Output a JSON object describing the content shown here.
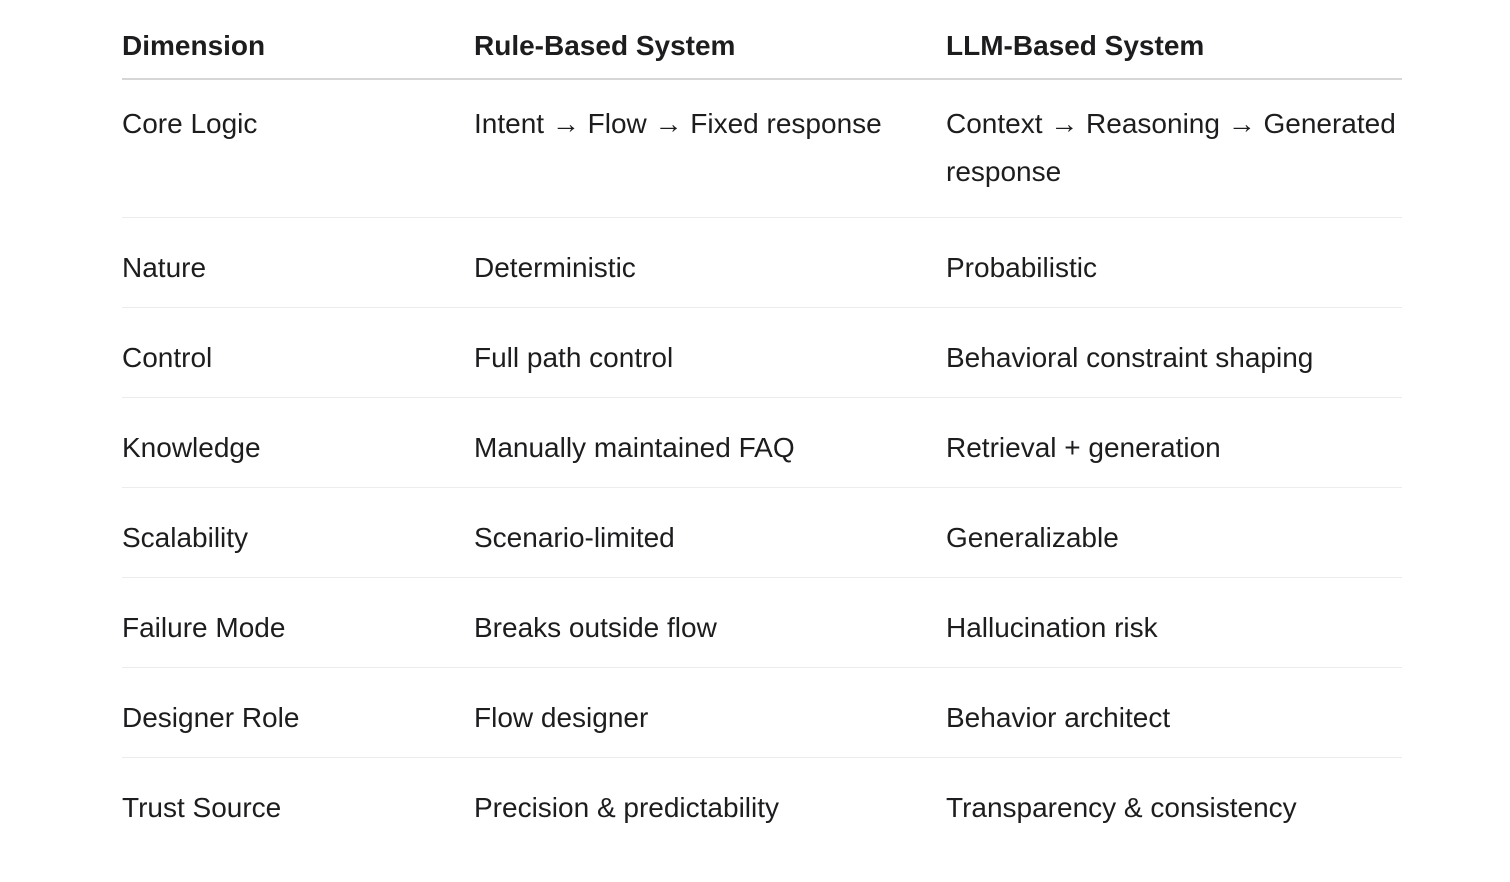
{
  "table": {
    "headers": [
      "Dimension",
      "Rule-Based System",
      "LLM-Based System"
    ],
    "rows": [
      [
        "Core Logic",
        "Intent → Flow → Fixed response",
        "Context → Reasoning → Generated response"
      ],
      [
        "Nature",
        "Deterministic",
        "Probabilistic"
      ],
      [
        "Control",
        "Full path control",
        "Behavioral constraint shaping"
      ],
      [
        "Knowledge",
        "Manually maintained FAQ",
        "Retrieval + generation"
      ],
      [
        "Scalability",
        "Scenario-limited",
        "Generalizable"
      ],
      [
        "Failure Mode",
        "Breaks outside flow",
        "Hallucination risk"
      ],
      [
        "Designer Role",
        "Flow designer",
        "Behavior architect"
      ],
      [
        "Trust Source",
        "Precision & predictability",
        "Transparency & consistency"
      ]
    ]
  },
  "colors": {
    "text": "#1d1d1f",
    "header_rule": "#d6d6d6",
    "row_rule": "#ececec",
    "background": "#ffffff"
  }
}
